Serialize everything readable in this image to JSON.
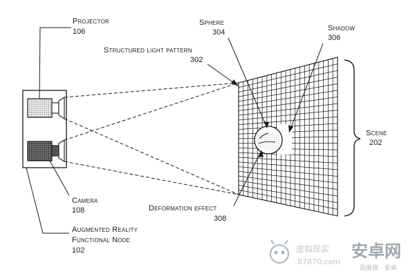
{
  "labels": {
    "projector": {
      "name": "Projector",
      "ref": "106"
    },
    "camera": {
      "name": "Camera",
      "ref": "108"
    },
    "node": {
      "line1": "Augmented Reality",
      "line2": "Functional Node",
      "ref": "102"
    },
    "pattern": {
      "name": "Structured light pattern",
      "ref": "302"
    },
    "sphere": {
      "name": "Sphere",
      "ref": "304"
    },
    "shadow": {
      "name": "Shadow",
      "ref": "306"
    },
    "scene": {
      "name": "Scene",
      "ref": "202"
    },
    "deformation": {
      "name": "Deformation effect",
      "ref": "308"
    }
  },
  "watermark": {
    "cn_text": "虚拟现实",
    "site": "87870.com",
    "brand": "安卓网",
    "tagline": "百度搜 · 安卓"
  },
  "colors": {
    "line": "#1a1a1a",
    "watermark": "#9aa6b2"
  }
}
